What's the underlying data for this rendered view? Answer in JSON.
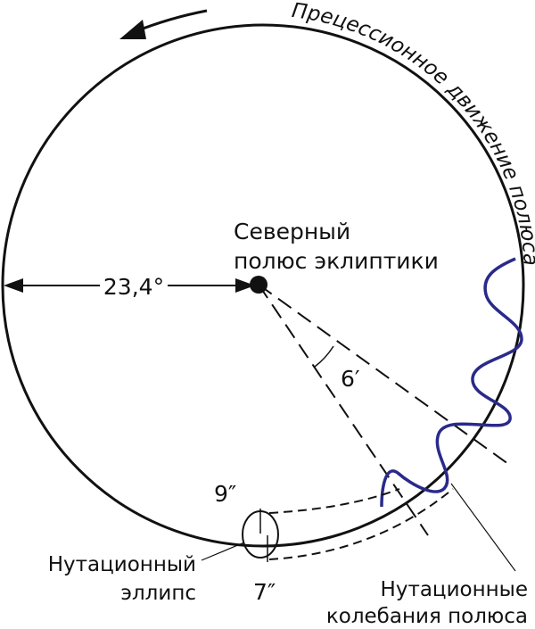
{
  "labels": {
    "precession": "Прецессионное движение полюса",
    "north_pole_line1": "Северный",
    "north_pole_line2": "полюс эклиптики",
    "radius_angle": "23,4°",
    "small_angle": "6′",
    "ellipse_major": "9″",
    "ellipse_minor": "7″",
    "nutation_ellipse_line1": "Нутационный",
    "nutation_ellipse_line2": "эллипс",
    "nutation_oscillation_line1": "Нутационные",
    "nutation_oscillation_line2": "колебания полюса"
  },
  "colors": {
    "ink": "#111111",
    "wave": "#2a2a8a",
    "background": "#ffffff"
  }
}
